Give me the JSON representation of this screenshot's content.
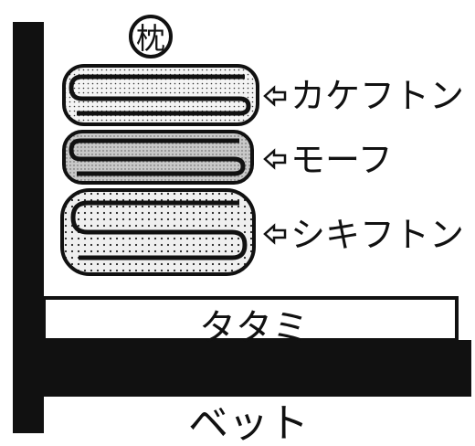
{
  "diagram": {
    "pillow_label": "枕",
    "layers": [
      {
        "id": "kakefuton",
        "label": "カケフトン",
        "pattern": "fine-dots"
      },
      {
        "id": "moufu",
        "label": "モーフ",
        "pattern": "grey-dots"
      },
      {
        "id": "shikifuton",
        "label": "シキフトン",
        "pattern": "coarse-dots"
      }
    ],
    "tatami_label": "タタミ",
    "bed_label": "ベット",
    "arrow_icon": "hollow-left-arrow-icon",
    "colors": {
      "ink": "#111111",
      "paper": "#ffffff",
      "fill_light": "#dcdcdc"
    }
  }
}
